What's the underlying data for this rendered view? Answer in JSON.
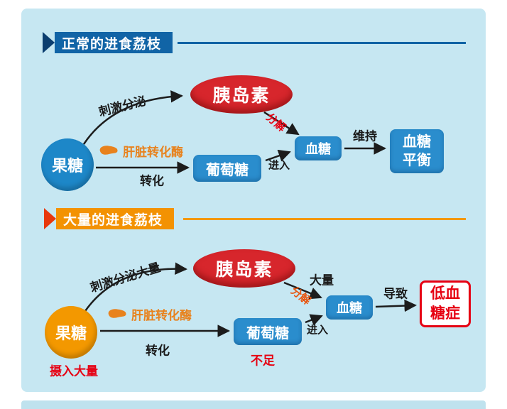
{
  "sections": [
    {
      "title": "正常的进食荔枝",
      "nodes": {
        "fructose": "果糖",
        "insulin": "胰岛素",
        "glucose": "葡萄糖",
        "blood_sugar": "血糖",
        "result_line1": "血糖",
        "result_line2": "平衡"
      },
      "labels": {
        "stimulate": "刺激分泌",
        "liver_enzyme": "肝脏转化酶",
        "convert": "转化",
        "decompose": "分解",
        "enter": "进入",
        "maintain": "维持"
      }
    },
    {
      "title": "大量的进食荔枝",
      "nodes": {
        "fructose": "果糖",
        "fructose_note": "摄入大量",
        "insulin": "胰岛素",
        "glucose": "葡萄糖",
        "glucose_note": "不足",
        "blood_sugar": "血糖",
        "result_line1": "低血",
        "result_line2": "糖症"
      },
      "labels": {
        "stimulate": "刺激分泌大量",
        "liver_enzyme": "肝脏转化酶",
        "convert": "转化",
        "decompose": "分解",
        "amount": "大量",
        "enter": "进入",
        "cause": "导致"
      }
    }
  ],
  "colors": {
    "background": "#c6e7f2",
    "node_blue": "#2a8dcd",
    "circle_blue": "#1d87c8",
    "insulin_red": "#d7262c",
    "banner_blue": "#1164a6",
    "banner_orange": "#f39202",
    "banner_arrow_red": "#e8380d",
    "accent_red": "#e60012",
    "enzyme_orange": "#e8821d",
    "fructose_orange": "#f39800"
  }
}
